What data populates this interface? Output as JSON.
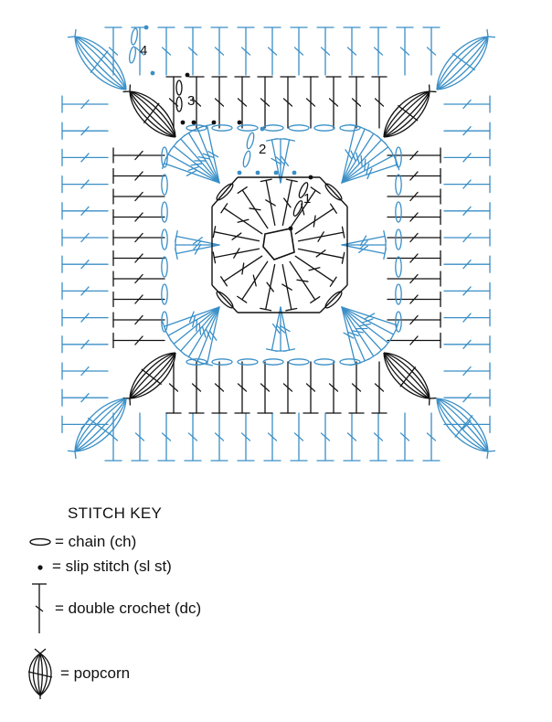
{
  "diagram": {
    "round_labels": [
      "1",
      "2",
      "3",
      "4"
    ],
    "colors": {
      "odd_rounds": "#111111",
      "even_rounds": "#3a8fc7",
      "background": "#ffffff"
    }
  },
  "stitch_key": {
    "title": "STITCH KEY",
    "items": [
      {
        "symbol": "oval-icon",
        "label": "= chain (ch)"
      },
      {
        "symbol": "dot-icon",
        "label": "= slip stitch (sl st)"
      },
      {
        "symbol": "double-crochet-icon",
        "label": "= double crochet (dc)"
      },
      {
        "symbol": "popcorn-icon",
        "label": "= popcorn"
      }
    ]
  }
}
